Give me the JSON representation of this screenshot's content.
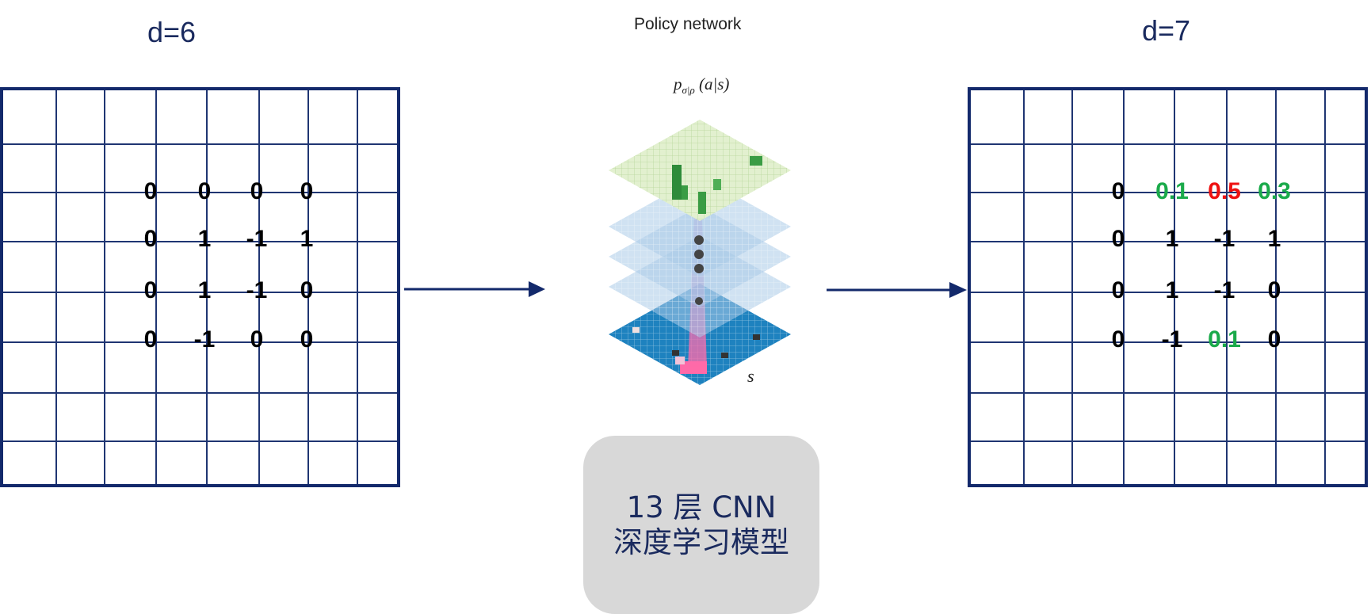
{
  "left_panel": {
    "depth_label": "d=6",
    "values": [
      [
        "0",
        "0",
        "0",
        "0"
      ],
      [
        "0",
        "1",
        "-1",
        "1"
      ],
      [
        "0",
        "1",
        "-1",
        "0"
      ],
      [
        "0",
        "-1",
        "0",
        "0"
      ]
    ]
  },
  "center": {
    "title": "Policy network",
    "formula_p": "p",
    "formula_sub": "σ|ρ",
    "formula_rest": " (a|s)",
    "state_label": "s",
    "model_line1": "13 层 CNN",
    "model_line2": "深度学习模型"
  },
  "right_panel": {
    "depth_label": "d=7",
    "values": [
      [
        "0",
        "0.1",
        "0.5",
        "0.3"
      ],
      [
        "0",
        "1",
        "-1",
        "1"
      ],
      [
        "0",
        "1",
        "-1",
        "0"
      ],
      [
        "0",
        "-1",
        "0.1",
        "0"
      ]
    ],
    "colors": [
      [
        "#000000",
        "#1aaa4a",
        "#ee1111",
        "#1aaa4a"
      ],
      [
        "#000000",
        "#000000",
        "#000000",
        "#000000"
      ],
      [
        "#000000",
        "#000000",
        "#000000",
        "#000000"
      ],
      [
        "#000000",
        "#000000",
        "#1aaa4a",
        "#000000"
      ]
    ]
  },
  "colors": {
    "board_border": "#13296b",
    "arrow": "#13296b",
    "prob_high": "#ee1111",
    "prob_low": "#1aaa4a"
  }
}
